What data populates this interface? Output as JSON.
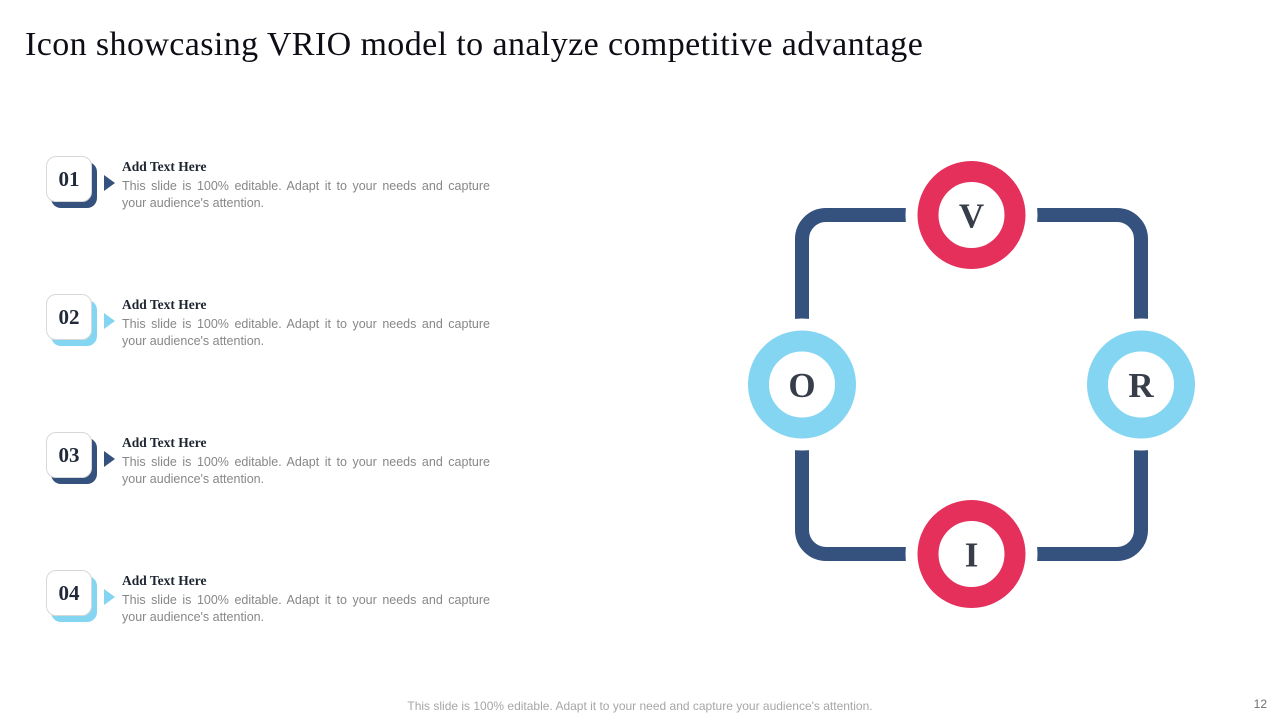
{
  "slide": {
    "title": "Icon showcasing VRIO model to analyze competitive advantage",
    "footer": "This slide is 100% editable. Adapt it to your need and capture your audience's attention.",
    "page_number": "12"
  },
  "colors": {
    "navy": "#35517E",
    "sky": "#84D5F2",
    "crimson": "#E5305C",
    "heading_text": "#1D2531",
    "body_text": "#878787",
    "letter_text": "#373E4A"
  },
  "list": {
    "items": [
      {
        "number": "01",
        "accent": "navy",
        "heading": "Add Text Here",
        "body": "This slide is 100% editable. Adapt it to your needs and capture your audience's attention."
      },
      {
        "number": "02",
        "accent": "sky",
        "heading": "Add Text Here",
        "body": "This slide is 100% editable. Adapt it to your needs and capture your audience's attention."
      },
      {
        "number": "03",
        "accent": "navy",
        "heading": "Add Text Here",
        "body": "This slide is 100% editable. Adapt it to your needs and capture your audience's attention."
      },
      {
        "number": "04",
        "accent": "sky",
        "heading": "Add Text Here",
        "body": "This slide is 100% editable. Adapt it to your needs and capture your audience's attention."
      }
    ]
  },
  "diagram": {
    "nodes": [
      {
        "letter": "V",
        "position": "top",
        "color": "crimson"
      },
      {
        "letter": "R",
        "position": "right",
        "color": "sky"
      },
      {
        "letter": "I",
        "position": "bottom",
        "color": "crimson"
      },
      {
        "letter": "O",
        "position": "left",
        "color": "sky"
      }
    ]
  }
}
